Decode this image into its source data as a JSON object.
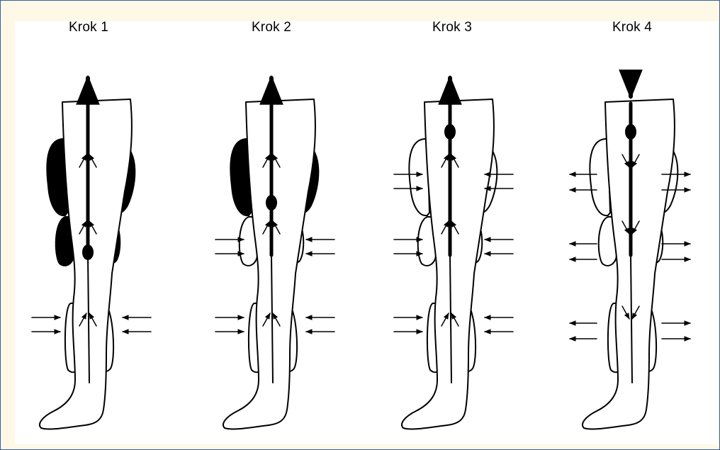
{
  "figure": {
    "colors": {
      "frame": "#3d5a9a",
      "background": "#fef9e6",
      "panel": "#ffffff",
      "ink": "#000000"
    },
    "steps": [
      {
        "label": "Krok 1",
        "flow": "up",
        "pressure": "inward",
        "compressed_chambers": [
          "calf"
        ],
        "filled_chambers": [
          "thigh",
          "knee"
        ]
      },
      {
        "label": "Krok 2",
        "flow": "up",
        "pressure": "inward",
        "compressed_chambers": [
          "calf",
          "knee"
        ],
        "filled_chambers": [
          "thigh"
        ]
      },
      {
        "label": "Krok 3",
        "flow": "up",
        "pressure": "inward",
        "compressed_chambers": [
          "calf",
          "knee",
          "thigh"
        ],
        "filled_chambers": []
      },
      {
        "label": "Krok 4",
        "flow": "down",
        "pressure": "outward",
        "compressed_chambers": [],
        "filled_chambers": []
      }
    ]
  }
}
